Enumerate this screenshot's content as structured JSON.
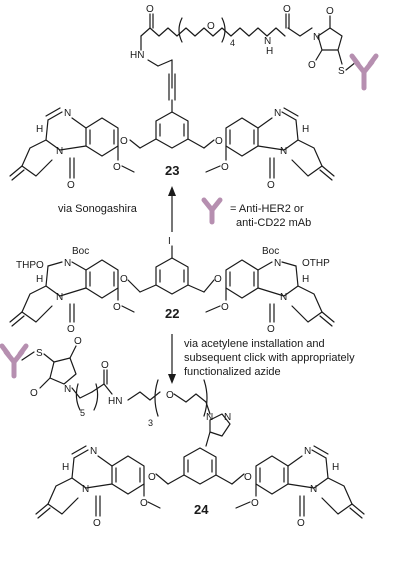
{
  "compounds": {
    "top": "23",
    "middle": "22",
    "bottom": "24"
  },
  "reactions": {
    "up_caption": "via Sonogashira",
    "down_caption": [
      "via acetylene installation and",
      "subsequent click with appropriately",
      "functionalized azide"
    ]
  },
  "legend": {
    "line1": "= Anti-HER2 or",
    "line2": "anti-CD22 mAb"
  },
  "labels": {
    "O": "O",
    "N": "N",
    "H": "H",
    "HN": "HN",
    "NH": "N",
    "S": "S",
    "I": "I",
    "Boc": "Boc",
    "THPO": "THPO",
    "OTHP": "OTHP",
    "n4": "4",
    "n5": "5",
    "n3": "3",
    "N_triazole": "N=N"
  },
  "colors": {
    "antibody": "#b68fb0",
    "ink": "#1a1a1a"
  }
}
